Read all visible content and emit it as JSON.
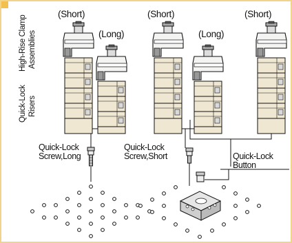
{
  "labels": {
    "short_1": "(Short)",
    "long_1": "(Long)",
    "short_2": "(Short)",
    "long_2": "(Long)",
    "short_3": "(Short)"
  },
  "side_labels": {
    "clamp_line1": "High-Rise Clamp",
    "clamp_line2": "Assemblies",
    "risers_line1": "Quick-Lock",
    "risers_line2": "Risers"
  },
  "callouts": {
    "screw_long_line1": "Quick-Lock",
    "screw_long_line2": "Screw,Long",
    "screw_short_line1": "Quick-Lock",
    "screw_short_line2": "Screw,Short",
    "button_line1": "Quick-Lock",
    "button_line2": "Button"
  },
  "colors": {
    "border": "#f2d38a",
    "corner": "#f2c04e",
    "riser_fill": "#efe7d2",
    "clamp_fill": "#f4f4f2",
    "outline": "#111111",
    "hole_fill": "#ffffff"
  }
}
